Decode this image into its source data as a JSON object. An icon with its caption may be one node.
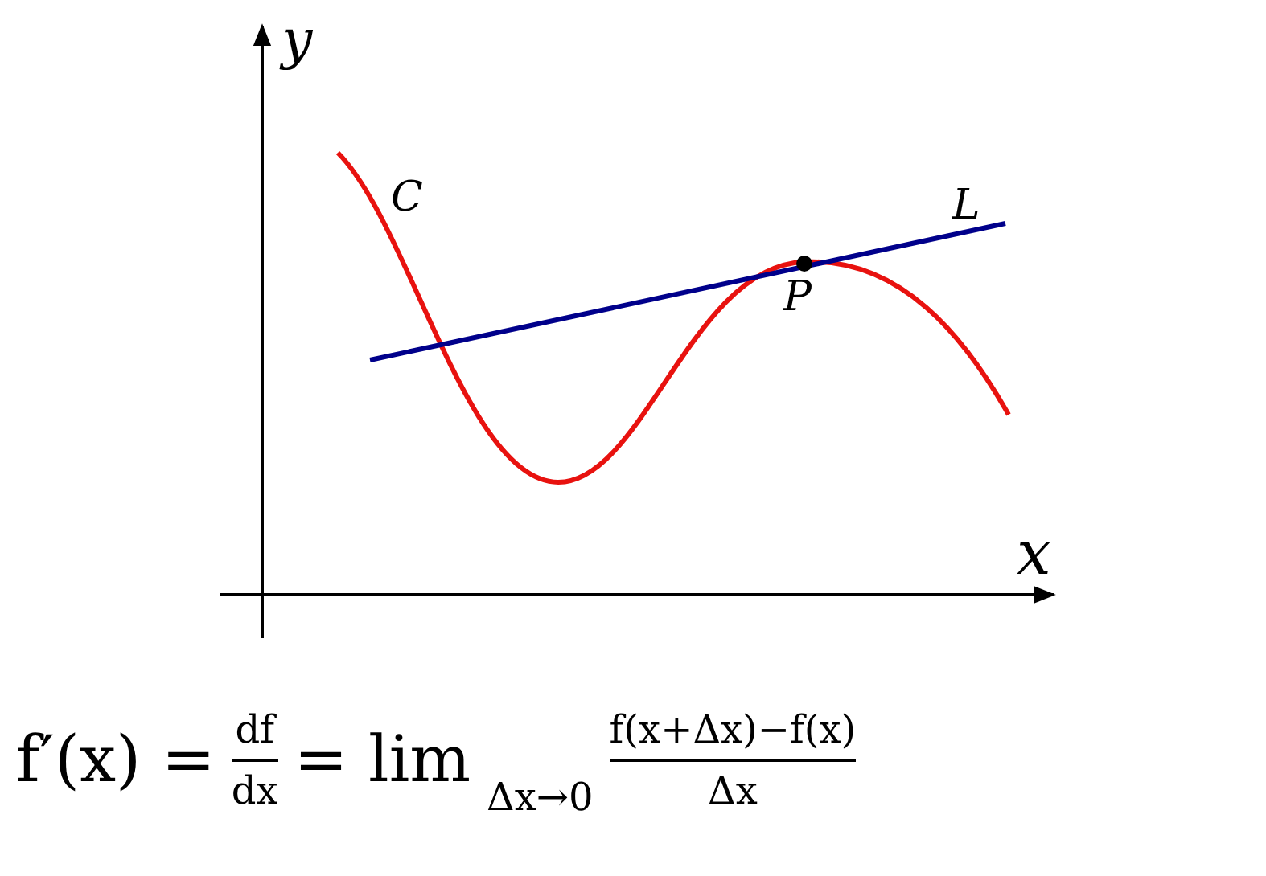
{
  "diagram": {
    "labels": [
      "y",
      "C",
      "L",
      "P",
      "x",
      "f′(x) =",
      "df",
      "dx",
      "= lim",
      "Δx→0",
      "f(x+Δx)−f(x)",
      "Δx"
    ]
  }
}
